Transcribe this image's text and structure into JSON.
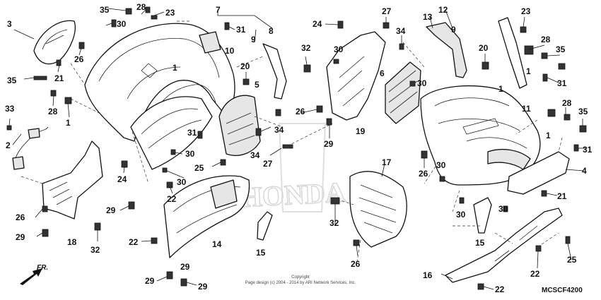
{
  "diagram_code": "MCSCF4200",
  "direction_label": "FR.",
  "watermark": "HONDA",
  "copyright": {
    "line1": "Copyright",
    "line2": "Page design (c) 2004 - 2014 by ARI Network Services, Inc."
  },
  "callouts": [
    "1",
    "2",
    "3",
    "4",
    "5",
    "6",
    "7",
    "8",
    "9",
    "10",
    "11",
    "12",
    "13",
    "14",
    "15",
    "16",
    "17",
    "18",
    "19",
    "20",
    "21",
    "22",
    "23",
    "24",
    "25",
    "26",
    "27",
    "28",
    "29",
    "30",
    "31",
    "32",
    "33",
    "34",
    "35"
  ]
}
